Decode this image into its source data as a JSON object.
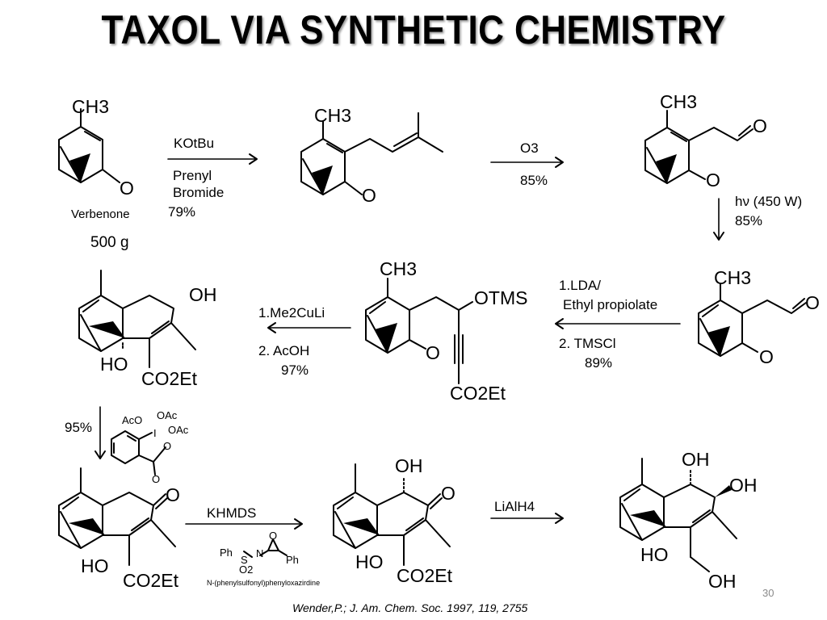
{
  "slide": {
    "title": "TAXOL VIA SYNTHETIC CHEMISTRY",
    "citation": "Wender,P.; J. Am. Chem. Soc. 1997, 119, 2755",
    "page_number": "30"
  },
  "structures": {
    "verbenone": {
      "methyl": "CH3",
      "carbonyl": "O",
      "name": "Verbenone",
      "amount": "500 g"
    },
    "prenyl_verbenone": {
      "methyl": "CH3",
      "carbonyl": "O"
    },
    "aldehyde": {
      "methyl": "CH3",
      "aldehyde_o": "O",
      "carbonyl": "O"
    },
    "photo_aldehyde": {
      "methyl": "CH3",
      "aldehyde_o": "O",
      "carbonyl": "O"
    },
    "alkynoate": {
      "methyl": "CH3",
      "otms": "OTMS",
      "carbonyl": "O",
      "ester": "CO2Et"
    },
    "bicyclic_diol": {
      "oh": "OH",
      "ho": "HO",
      "ester": "CO2Et"
    },
    "enone": {
      "carbonyl": "O",
      "ho": "HO",
      "ester": "CO2Et"
    },
    "hydroxy_enone": {
      "oh": "OH",
      "carbonyl": "O",
      "ho": "HO",
      "ester": "CO2Et"
    },
    "tetraol": {
      "oh1": "OH",
      "oh2": "OH",
      "ho": "HO",
      "oh3": "OH"
    }
  },
  "steps": {
    "step1": {
      "reagent1": "KOtBu",
      "reagent2": "Prenyl",
      "reagent3": "Bromide",
      "yield": "79%"
    },
    "step2": {
      "reagent": "O3",
      "yield": "85%"
    },
    "step3": {
      "reagent": "hν (450 W)",
      "yield": "85%"
    },
    "step4": {
      "reagent1": "1.LDA/",
      "reagent2": "Ethyl propiolate",
      "reagent3": "2. TMSCl",
      "yield": "89%"
    },
    "step5": {
      "reagent1": "1.Me2CuLi",
      "reagent2": "2. AcOH",
      "yield": "97%"
    },
    "step6": {
      "yield": "95%",
      "aco": "AcO",
      "oac1": "OAc",
      "oac2": "OAc",
      "iodine": "I",
      "o1": "O",
      "o2": "O"
    },
    "step7": {
      "reagent": "KHMDS",
      "ph1": "Ph",
      "s": "S",
      "o2": "O2",
      "n": "N",
      "o": "O",
      "ph2": "Ph",
      "name": "N-(phenylsulfonyl)phenyloxazirdine"
    },
    "step8": {
      "reagent": "LiAlH4"
    }
  }
}
